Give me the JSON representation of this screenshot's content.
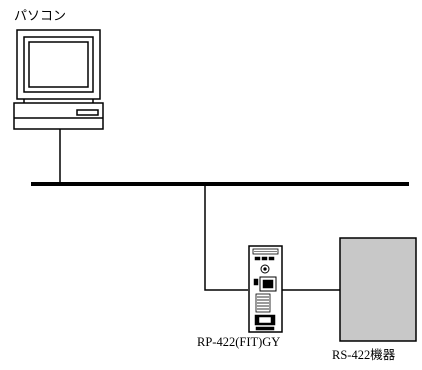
{
  "labels": {
    "pc": "パソコン",
    "converter": "RP-422(FIT)GY",
    "rs422_device": "RS-422機器"
  },
  "colors": {
    "line": "#000000",
    "device_fill": "#c8c8c8",
    "background": "#ffffff"
  },
  "icons": {
    "pc": "personal-computer-icon",
    "converter": "rp-422-converter-icon",
    "rs422_device": "rs-422-device-box"
  }
}
